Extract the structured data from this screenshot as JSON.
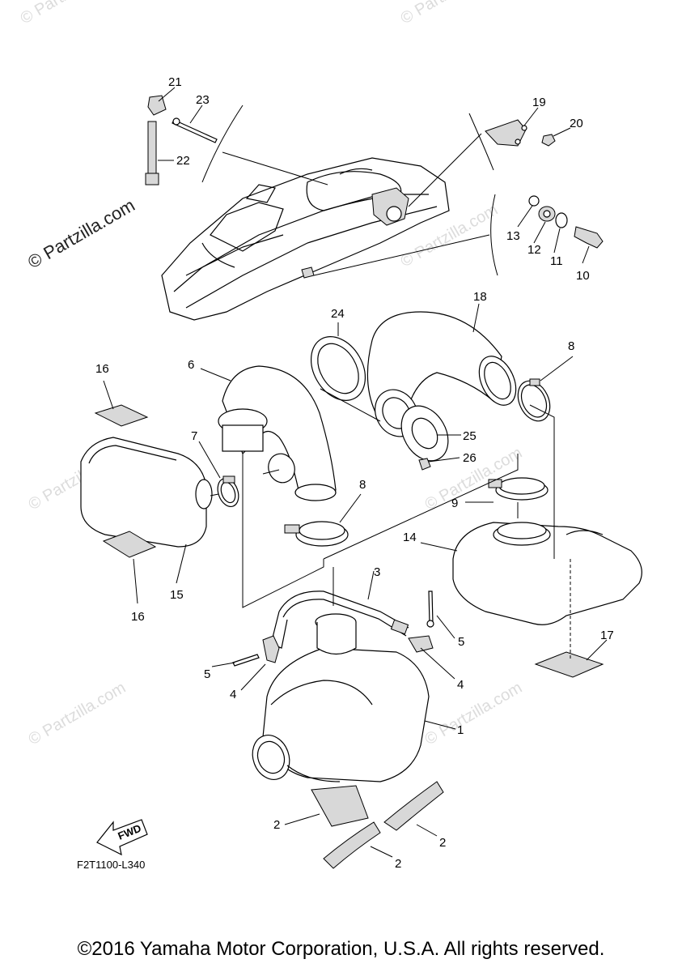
{
  "watermark": {
    "main": "© Partzilla.com",
    "faint": "© Partzilla.com"
  },
  "diagram_code": "F2T1100-L340",
  "fwd_label": "FWD",
  "copyright": "©2016 Yamaha Motor Corporation, U.S.A. All rights reserved.",
  "callouts": {
    "n1": "1",
    "n2a": "2",
    "n2b": "2",
    "n2c": "2",
    "n3": "3",
    "n4a": "4",
    "n4b": "4",
    "n5a": "5",
    "n5b": "5",
    "n6": "6",
    "n7": "7",
    "n8a": "8",
    "n8b": "8",
    "n9": "9",
    "n10": "10",
    "n11": "11",
    "n12": "12",
    "n13": "13",
    "n14": "14",
    "n15": "15",
    "n16a": "16",
    "n16b": "16",
    "n17": "17",
    "n18": "18",
    "n19": "19",
    "n20": "20",
    "n21": "21",
    "n22": "22",
    "n23": "23",
    "n24": "24",
    "n25": "25",
    "n26": "26"
  }
}
